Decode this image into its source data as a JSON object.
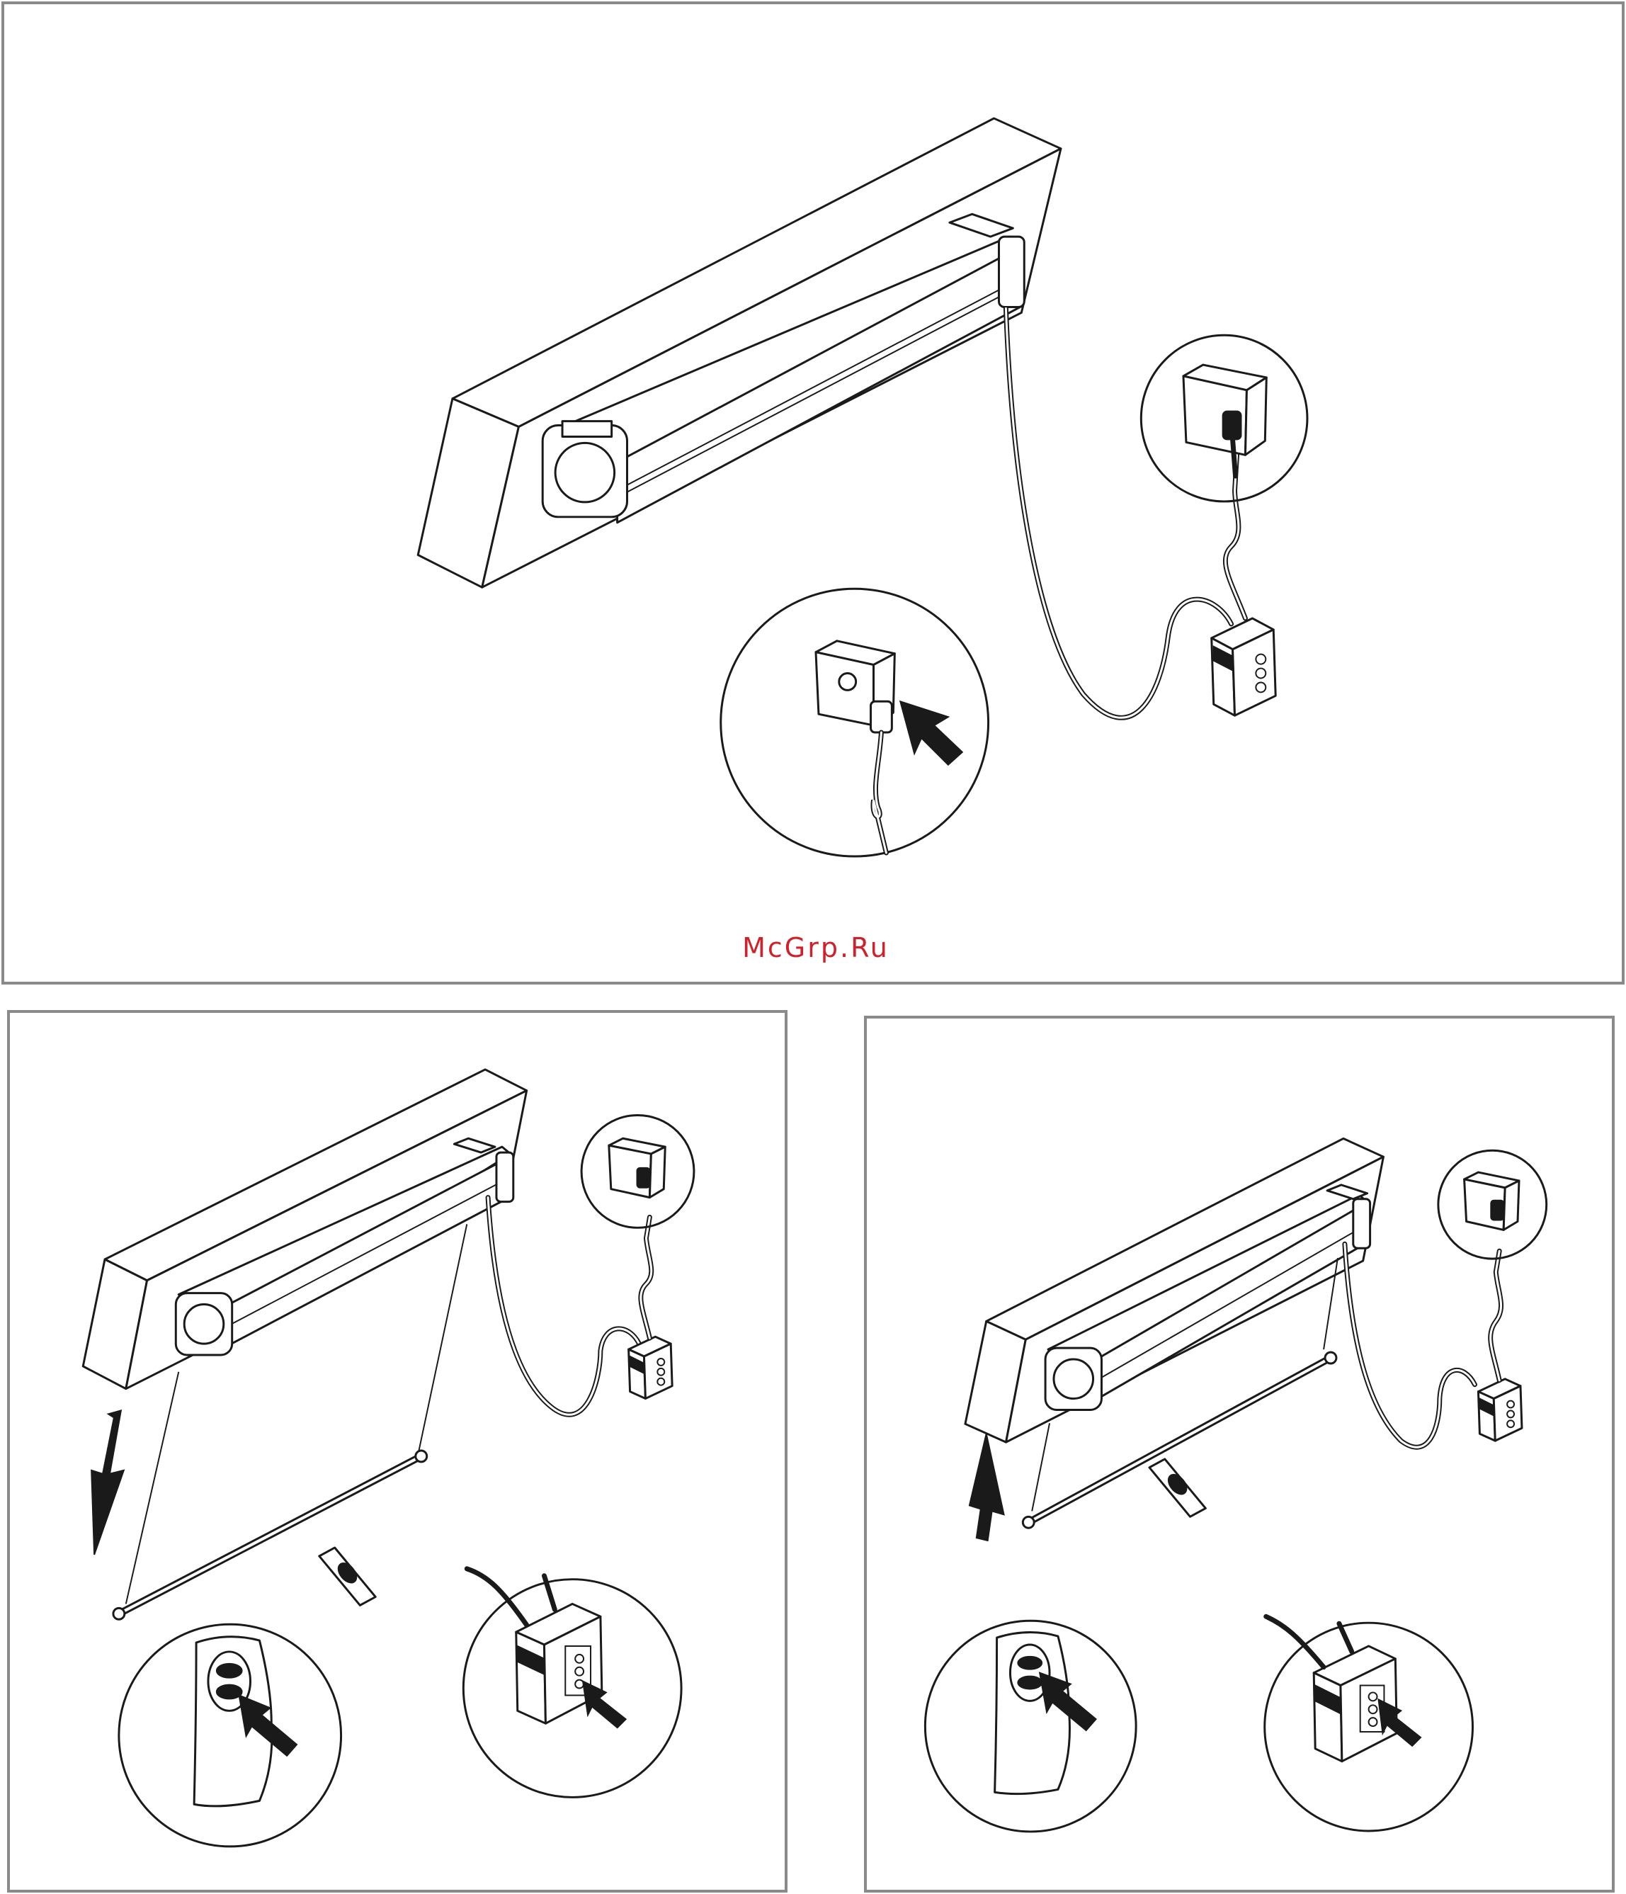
{
  "watermark": {
    "text": "McGrp.Ru",
    "color": "#d0212a"
  },
  "panels": [
    {
      "id": "connect-power",
      "border_color": "#8a8a8a"
    },
    {
      "id": "lower-screen",
      "border_color": "#8a8a8a",
      "arrow_direction": "down"
    },
    {
      "id": "raise-screen",
      "border_color": "#8a8a8a",
      "arrow_direction": "up"
    }
  ],
  "icons": [
    "wall-socket-icon",
    "power-plug-icon",
    "control-box-icon",
    "remote-control-icon",
    "press-arrow-icon",
    "direction-arrow-icon"
  ]
}
